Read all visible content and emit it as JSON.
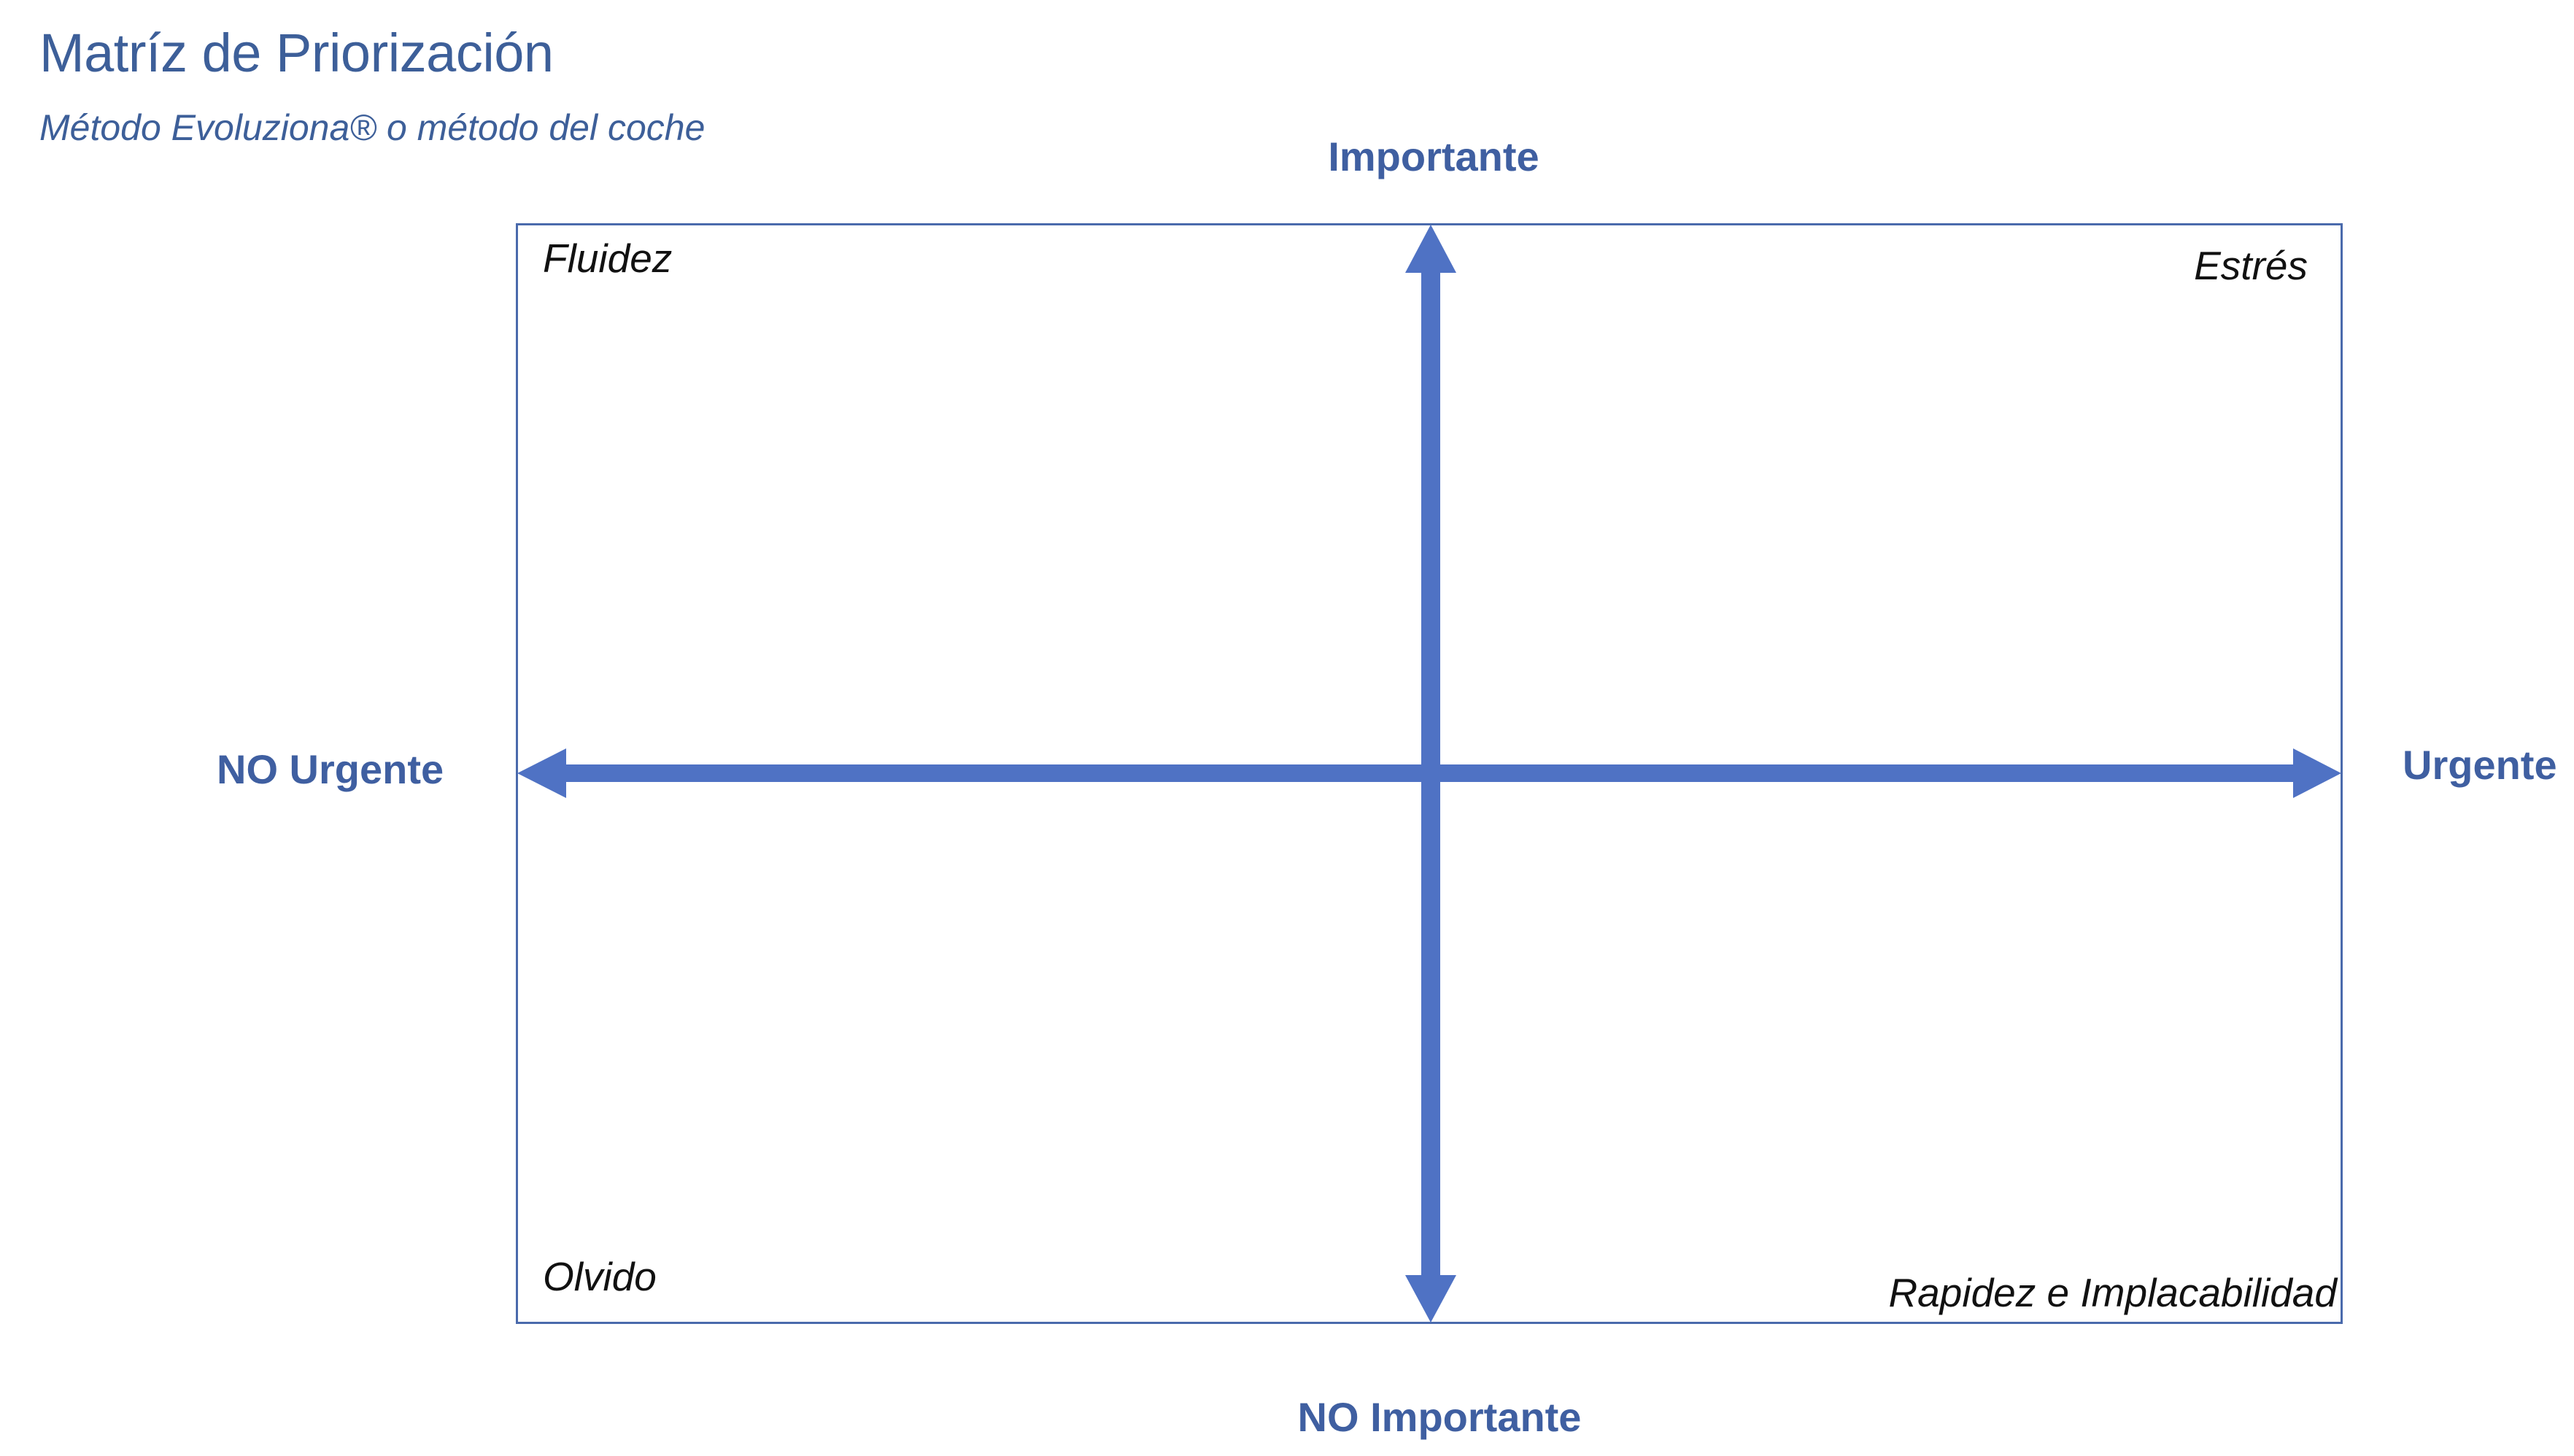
{
  "header": {
    "title": "Matríz de Priorización",
    "subtitle": "Método Evoluziona® o método del coche"
  },
  "axes": {
    "top": "Importante",
    "bottom": "NO Importante",
    "left": "NO Urgente",
    "right": "Urgente",
    "color": "#4f72c4"
  },
  "quadrants": {
    "top_left": "Fluidez",
    "top_right": "Estrés",
    "bottom_left": "Olvido",
    "bottom_right": "Rapidez e Implacabilidad"
  },
  "colors": {
    "title": "#3d5f99",
    "axis_labels": "#3f5fa1",
    "frame": "#4a6aac",
    "quadrant_text": "#111111"
  }
}
